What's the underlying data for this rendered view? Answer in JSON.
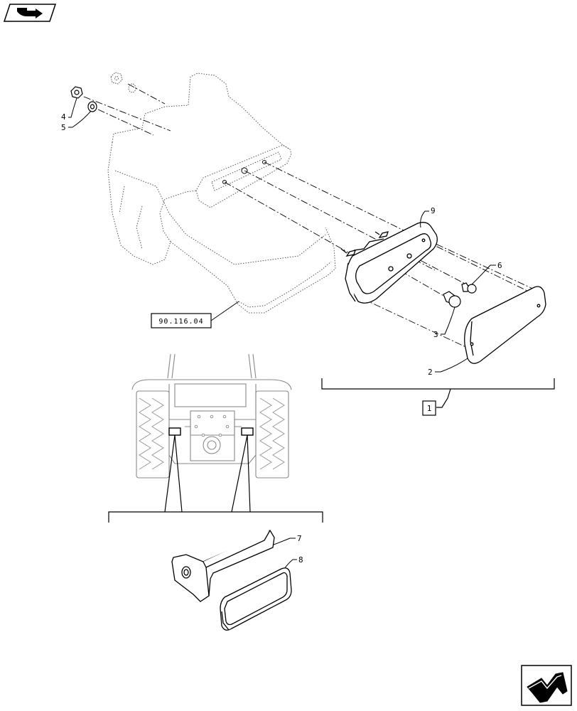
{
  "diagram": {
    "reference_box": "90.116.04",
    "assembly_box": "1",
    "callouts": {
      "c2": "2",
      "c3": "3",
      "c4": "4",
      "c5": "5",
      "c6": "6",
      "c7": "7",
      "c8": "8",
      "c9": "9"
    }
  },
  "icons": {
    "top_left": "prev-page-arrow-icon",
    "bottom_right": "next-page-arrow-icon"
  }
}
